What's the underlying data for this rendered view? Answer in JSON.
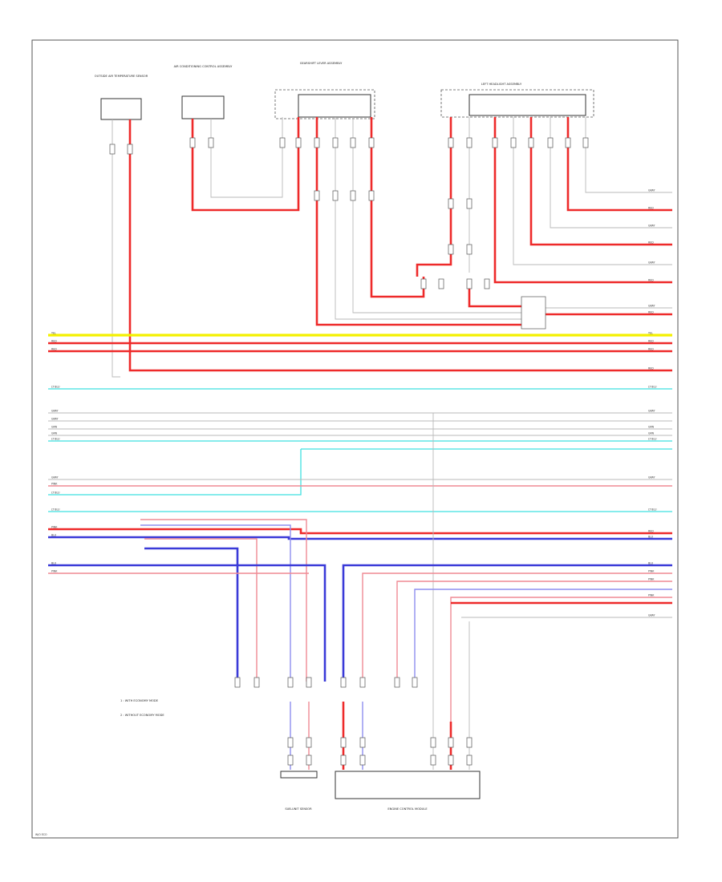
{
  "diagram": {
    "components": {
      "left_sensor": "OUTSIDE AIR TEMPERATURE SENSOR",
      "air_conditioning": "AIR CONDITIONING CONTROL ASSEMBLY",
      "gearshift_selector": "GEARSHIFT LEVER ASSEMBLY",
      "left_headlight": "LEFT HEADLIGHT ASSEMBLY",
      "sub_unit": "SUB-UNIT SENSOR",
      "engine_ecm": "ENGINE CONTROL MODULE"
    },
    "legend": {
      "item1": "1 : WITH ECONOMY MODE",
      "item2": "2 : WITHOUT ECONOMY MODE"
    },
    "right_tags": [
      "GRAY",
      "RED",
      "GRAY",
      "RED",
      "GRAY",
      "RED",
      "GRAY",
      "RED",
      "YEL",
      "RED",
      "RED",
      "RED",
      "LT BLU",
      "GRAY",
      "GRN",
      "GRN",
      "LT BLU",
      "GRAY",
      "LT BLU",
      "RED",
      "BLU",
      "BLU",
      "PINK",
      "PINK",
      "PINK",
      "GRAY"
    ],
    "left_tags": [
      "YEL",
      "RED",
      "RED",
      "LT BLU",
      "GRAY",
      "GRAY",
      "GRN",
      "GRN",
      "LT BLU",
      "GRAY",
      "PINK",
      "LT BLU",
      "LT BLU",
      "PINK",
      "BLU",
      "BLU",
      "PINK"
    ],
    "footer": "W/O ECO"
  }
}
